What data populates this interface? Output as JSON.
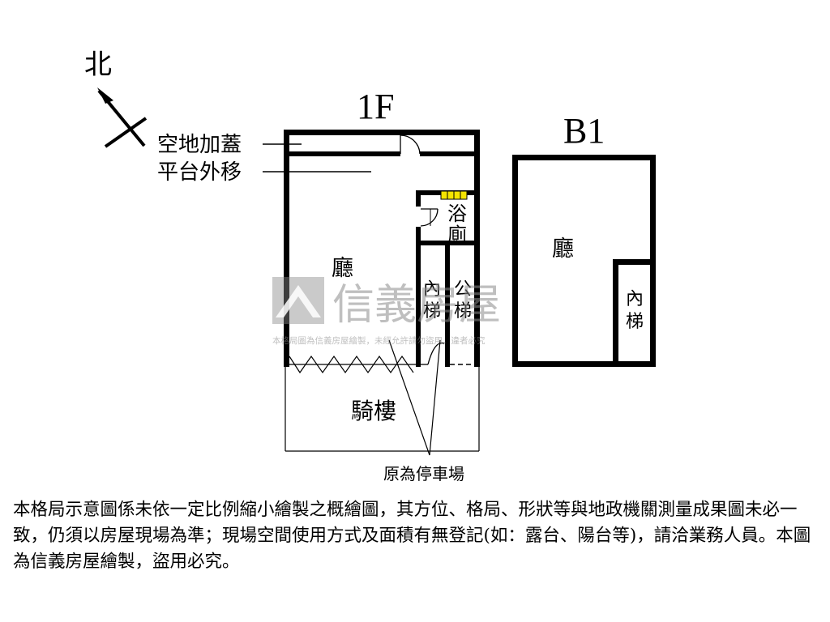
{
  "compass": {
    "label": "北"
  },
  "floors": {
    "f1": {
      "title": "1F",
      "annotations": [
        "空地加蓋",
        "平台外移"
      ],
      "rooms": {
        "hall": "廳",
        "bath_1": "浴",
        "bath_2": "廁",
        "inner_stair_1": "內",
        "inner_stair_2": "梯",
        "public_stair_1": "公",
        "public_stair_2": "梯",
        "arcade": "騎樓"
      },
      "note": "原為停車場"
    },
    "b1": {
      "title": "B1",
      "rooms": {
        "hall": "廳",
        "inner_stair_1": "內",
        "inner_stair_2": "梯"
      }
    }
  },
  "watermark": {
    "brand": "信義房屋",
    "caption": "本格局圖為信義房屋繪製，未經允許請勿盜用，違者必究"
  },
  "disclaimer": "本格局示意圖係未依一定比例縮小繪製之概繪圖，其方位、格局、形狀等與地政機關測量成果圖未必一致，仍須以房屋現場為準；現場空間使用方式及面積有無登記(如：露台、陽台等)，請洽業務人員。本圖為信義房屋繪製，盜用必究。",
  "colors": {
    "wall": "#000000",
    "bath_fixture": "#f5e400",
    "watermark": "#8a8a8a"
  }
}
